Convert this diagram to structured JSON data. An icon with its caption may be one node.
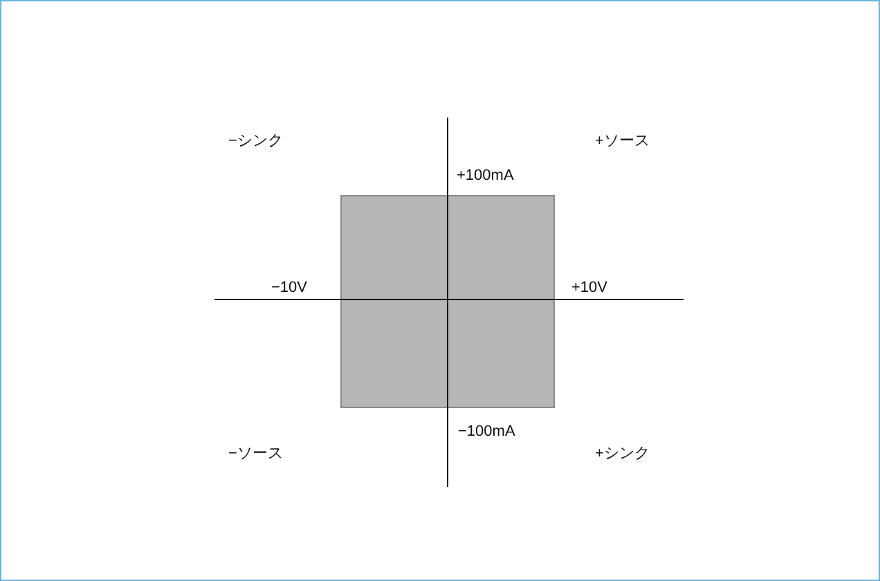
{
  "diagram": {
    "labels": [
      "−シンク",
      "+ソース",
      "+100mA",
      "−10V",
      "+10V",
      "−100mA",
      "−ソース",
      "+シンク"
    ]
  }
}
